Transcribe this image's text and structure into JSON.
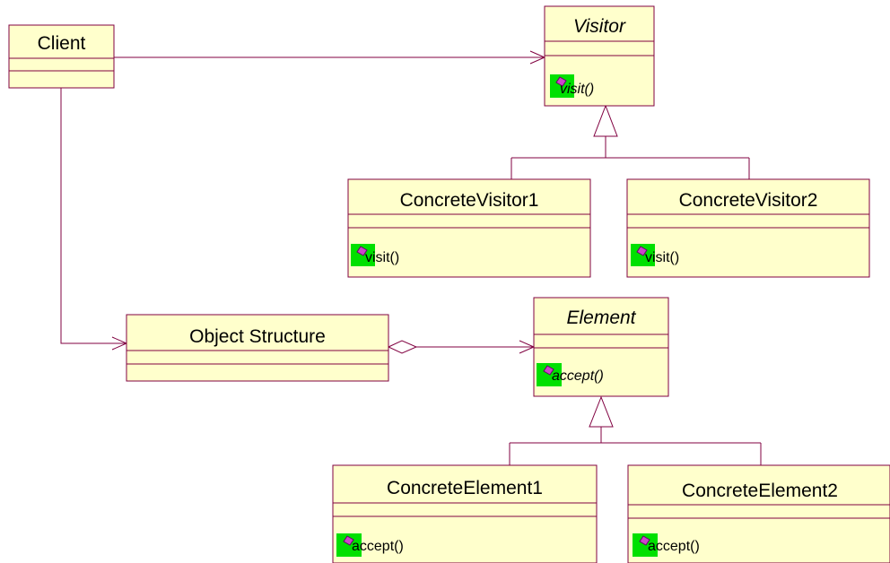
{
  "diagram": {
    "colors": {
      "class_fill": "#ffffcc",
      "class_border": "#800040",
      "operation_icon_bg": "#00e000",
      "operation_icon": "#cc44cc"
    },
    "classes": {
      "client": {
        "name": "Client"
      },
      "visitor": {
        "name": "Visitor",
        "abstract": true,
        "operation": "visit()"
      },
      "concrete_visitor_1": {
        "name": "ConcreteVisitor1",
        "operation": "visit()"
      },
      "concrete_visitor_2": {
        "name": "ConcreteVisitor2",
        "operation": "visit()"
      },
      "object_structure": {
        "name": "Object Structure"
      },
      "element": {
        "name": "Element",
        "abstract": true,
        "operation": "accept()"
      },
      "concrete_element_1": {
        "name": "ConcreteElement1",
        "operation": "accept()"
      },
      "concrete_element_2": {
        "name": "ConcreteElement2",
        "operation": "accept()"
      }
    }
  }
}
